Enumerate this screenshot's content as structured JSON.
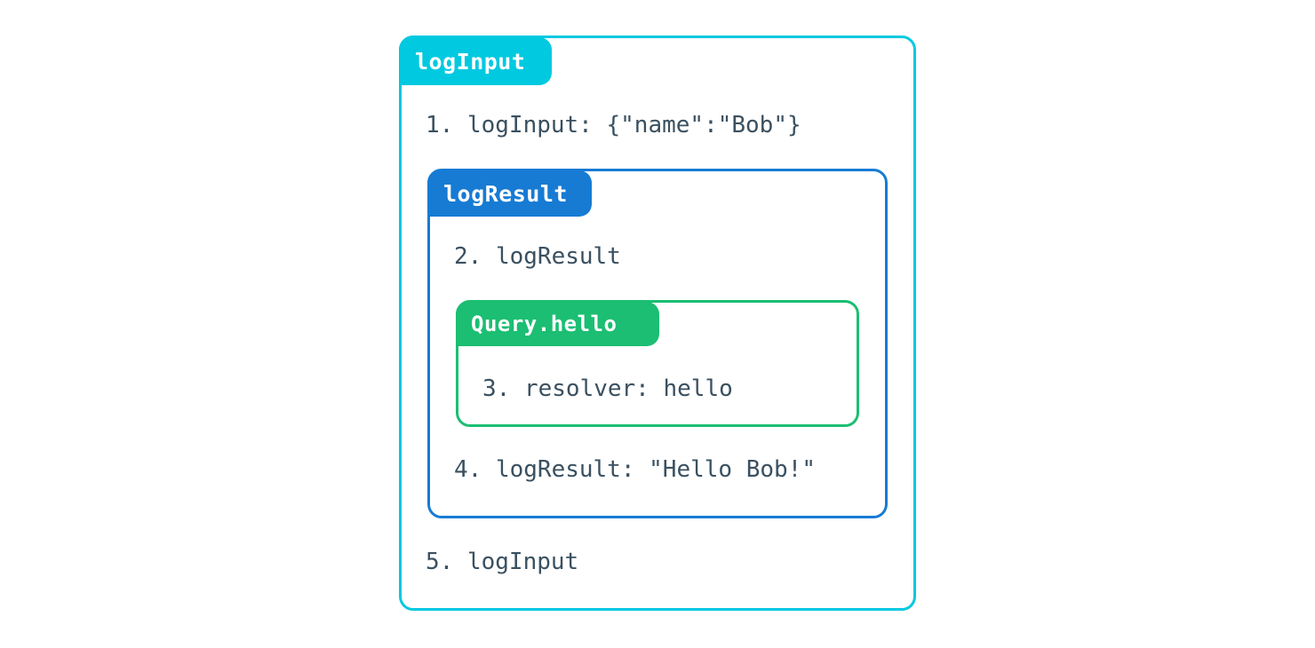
{
  "diagram": {
    "type": "nested-trace-boxes",
    "description": "Nested execution trace showing logInput wrapping logResult wrapping Query.hello resolver",
    "boxes": [
      {
        "id": "logInput",
        "tab_label": "logInput",
        "color": "#00c9e0",
        "level": 0,
        "lines": [
          {
            "number": "1.",
            "text": "logInput: {\"name\":\"Bob\"}",
            "full": "1. logInput: {\"name\":\"Bob\"}"
          },
          {
            "number": "5.",
            "text": "logInput",
            "full": "5. logInput"
          }
        ]
      },
      {
        "id": "logResult",
        "tab_label": "logResult",
        "color": "#177bd4",
        "level": 1,
        "lines": [
          {
            "number": "2.",
            "text": "logResult",
            "full": "2. logResult"
          },
          {
            "number": "4.",
            "text": "logResult: \"Hello Bob!\"",
            "full": "4. logResult: \"Hello Bob!\""
          }
        ]
      },
      {
        "id": "Query.hello",
        "tab_label": "Query.hello",
        "color": "#1bbe72",
        "level": 2,
        "lines": [
          {
            "number": "3.",
            "text": "resolver: hello",
            "full": "3. resolver: hello"
          }
        ]
      }
    ],
    "text_color": "#3a5060",
    "background": "#ffffff"
  }
}
